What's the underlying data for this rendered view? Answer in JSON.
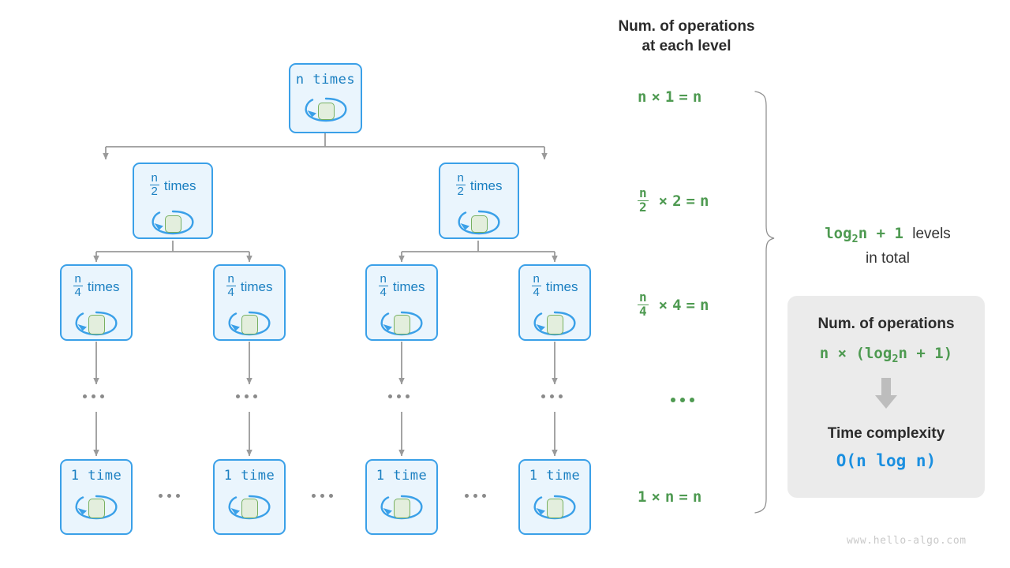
{
  "diagram": {
    "title_right": "Num. of operations\nat each level",
    "watermark": "www.hello-algo.com"
  },
  "tree": {
    "levels": [
      {
        "level": 0,
        "nodes": [
          {
            "numerator": "n",
            "denominator": "",
            "count_text": "n",
            "unit": "times",
            "label": "n times"
          }
        ]
      },
      {
        "level": 1,
        "nodes": [
          {
            "numerator": "n",
            "denominator": "2",
            "count_text": "",
            "unit": "times",
            "label": "n/2 times"
          },
          {
            "numerator": "n",
            "denominator": "2",
            "count_text": "",
            "unit": "times",
            "label": "n/2 times"
          }
        ]
      },
      {
        "level": 2,
        "nodes": [
          {
            "numerator": "n",
            "denominator": "4",
            "count_text": "",
            "unit": "times",
            "label": "n/4 times"
          },
          {
            "numerator": "n",
            "denominator": "4",
            "count_text": "",
            "unit": "times",
            "label": "n/4 times"
          },
          {
            "numerator": "n",
            "denominator": "4",
            "count_text": "",
            "unit": "times",
            "label": "n/4 times"
          },
          {
            "numerator": "n",
            "denominator": "4",
            "count_text": "",
            "unit": "times",
            "label": "n/4 times"
          }
        ]
      },
      {
        "level": 3,
        "nodes": [
          {
            "numerator": "1",
            "denominator": "",
            "count_text": "1",
            "unit": "time",
            "label": "1 time"
          },
          {
            "numerator": "1",
            "denominator": "",
            "count_text": "1",
            "unit": "time",
            "label": "1 time"
          },
          {
            "numerator": "1",
            "denominator": "",
            "count_text": "1",
            "unit": "time",
            "label": "1 time"
          },
          {
            "numerator": "1",
            "denominator": "",
            "count_text": "1",
            "unit": "time",
            "label": "1 time"
          }
        ]
      }
    ]
  },
  "equations": [
    {
      "id": "lvl0",
      "numerator": "n",
      "denominator": "",
      "lead": "n",
      "op1": "×",
      "factor": "1",
      "eq": "=",
      "result": "n",
      "text": "n × 1 = n"
    },
    {
      "id": "lvl1",
      "numerator": "n",
      "denominator": "2",
      "lead": "",
      "op1": "×",
      "factor": "2",
      "eq": "=",
      "result": "n",
      "text": "n/2 × 2 = n"
    },
    {
      "id": "lvl2",
      "numerator": "n",
      "denominator": "4",
      "lead": "",
      "op1": "×",
      "factor": "4",
      "eq": "=",
      "result": "n",
      "text": "n/4 × 4 = n"
    },
    {
      "id": "ellipsis",
      "numerator": "",
      "denominator": "",
      "lead": "",
      "op1": "",
      "factor": "",
      "eq": "",
      "result": "",
      "text": "..."
    },
    {
      "id": "lvlN",
      "numerator": "1",
      "denominator": "",
      "lead": "1",
      "op1": "×",
      "factor": "n",
      "eq": "=",
      "result": "n",
      "text": "1 × n = n"
    }
  ],
  "levels_note": {
    "expr_prefix": "log",
    "expr_sub": "2",
    "expr_suffix": "n + 1",
    "expr_full": "log₂n + 1",
    "tail": "levels",
    "line2": "in total"
  },
  "summary_card": {
    "heading_ops": "Num. of operations",
    "ops_prefix": "n × (log",
    "ops_sub": "2",
    "ops_suffix": "n + 1)",
    "ops_full": "n × (log₂n + 1)",
    "arrow_icon": "down-arrow-icon",
    "heading_complexity": "Time complexity",
    "complexity": "O(n log n)"
  },
  "colors": {
    "node_fill": "#eaf5fd",
    "node_border": "#3aa0e8",
    "node_text": "#1a7fc1",
    "inner_box_fill": "#e3eedd",
    "inner_box_border": "#77b061",
    "connector": "#9a9a9a",
    "green": "#4e9a51",
    "blue": "#1a8fe0",
    "card_bg": "#ebebeb",
    "dark_text": "#2b2b2b",
    "watermark": "#c9c9c9"
  }
}
